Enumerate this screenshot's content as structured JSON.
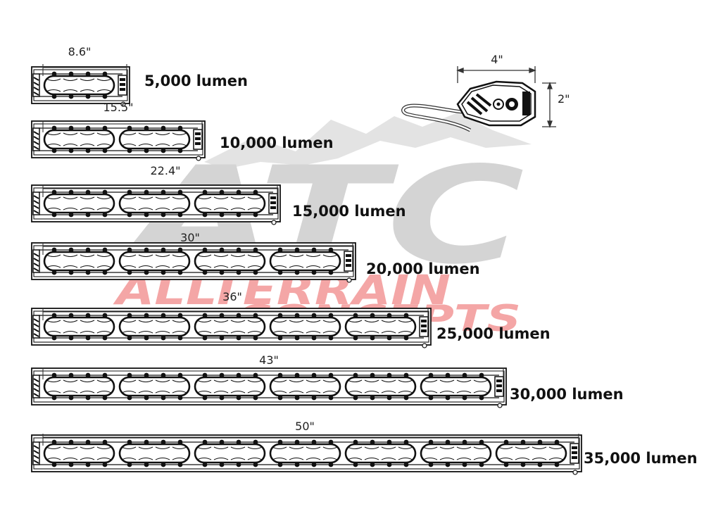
{
  "watermark": {
    "logo_text": "ATC",
    "line1": "ALLTERRAIN",
    "line2": "CONCEPTS",
    "colors": {
      "logo": "#d4d4d4",
      "brand": "#f4a6a6"
    }
  },
  "bars": [
    {
      "length": "8.6\"",
      "output": "5,000 lumen",
      "pods": 1
    },
    {
      "length": "15.5\"",
      "output": "10,000 lumen",
      "pods": 2
    },
    {
      "length": "22.4\"",
      "output": "15,000 lumen",
      "pods": 3
    },
    {
      "length": "30\"",
      "output": "20,000 lumen",
      "pods": 4
    },
    {
      "length": "36\"",
      "output": "25,000 lumen",
      "pods": 5
    },
    {
      "length": "43\"",
      "output": "30,000 lumen",
      "pods": 6
    },
    {
      "length": "50\"",
      "output": "35,000 lumen",
      "pods": 7
    }
  ],
  "side_view": {
    "width": "4\"",
    "height": "2\""
  },
  "colors": {
    "line": "#111111",
    "dim_line": "#333333"
  }
}
